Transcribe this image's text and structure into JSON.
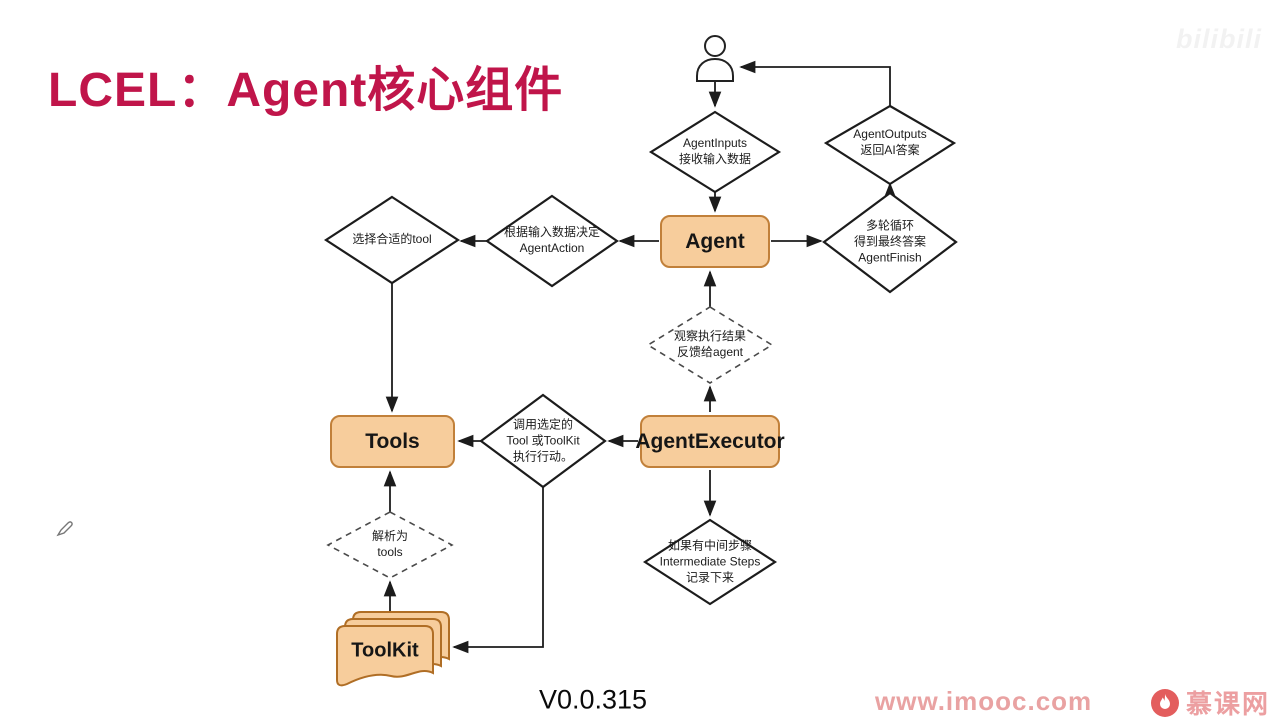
{
  "title": "LCEL：Agent核心组件",
  "watermark_top": "bilibili",
  "footer": {
    "version": "V0.0.315",
    "site": "www.imooc.com",
    "brand": "慕课网"
  },
  "colors": {
    "title": "#C0154A",
    "node_fill": "#F7CD9C",
    "node_border": "#C1803A",
    "connector": "#1c1c1c",
    "imooc_pink": "#E9A2A2",
    "imooc_red": "#E35D5D"
  },
  "nodes": {
    "agent": {
      "label": "Agent"
    },
    "tools": {
      "label": "Tools"
    },
    "agent_executor": {
      "label": "AgentExecutor"
    },
    "toolkit": {
      "label": "ToolKit"
    },
    "agent_inputs": {
      "lines": [
        "AgentInputs",
        "接收输入数据"
      ]
    },
    "agent_outputs": {
      "lines": [
        "AgentOutputs",
        "返回AI答案"
      ]
    },
    "agent_finish": {
      "lines": [
        "多轮循环",
        "得到最终答案",
        "AgentFinish"
      ]
    },
    "agent_action": {
      "lines": [
        "根据输入数据决定",
        "AgentAction"
      ]
    },
    "choose_tool": {
      "lines": [
        "选择合适的tool"
      ]
    },
    "observe": {
      "lines": [
        "观察执行结果",
        "反馈给agent"
      ]
    },
    "invoke_tool": {
      "lines": [
        "调用选定的",
        "Tool 或ToolKit",
        "执行行动。"
      ]
    },
    "parse_tools": {
      "lines": [
        "解析为",
        "tools"
      ]
    },
    "intermediate": {
      "lines": [
        "如果有中间步骤",
        "Intermediate Steps",
        "记录下来"
      ]
    }
  }
}
